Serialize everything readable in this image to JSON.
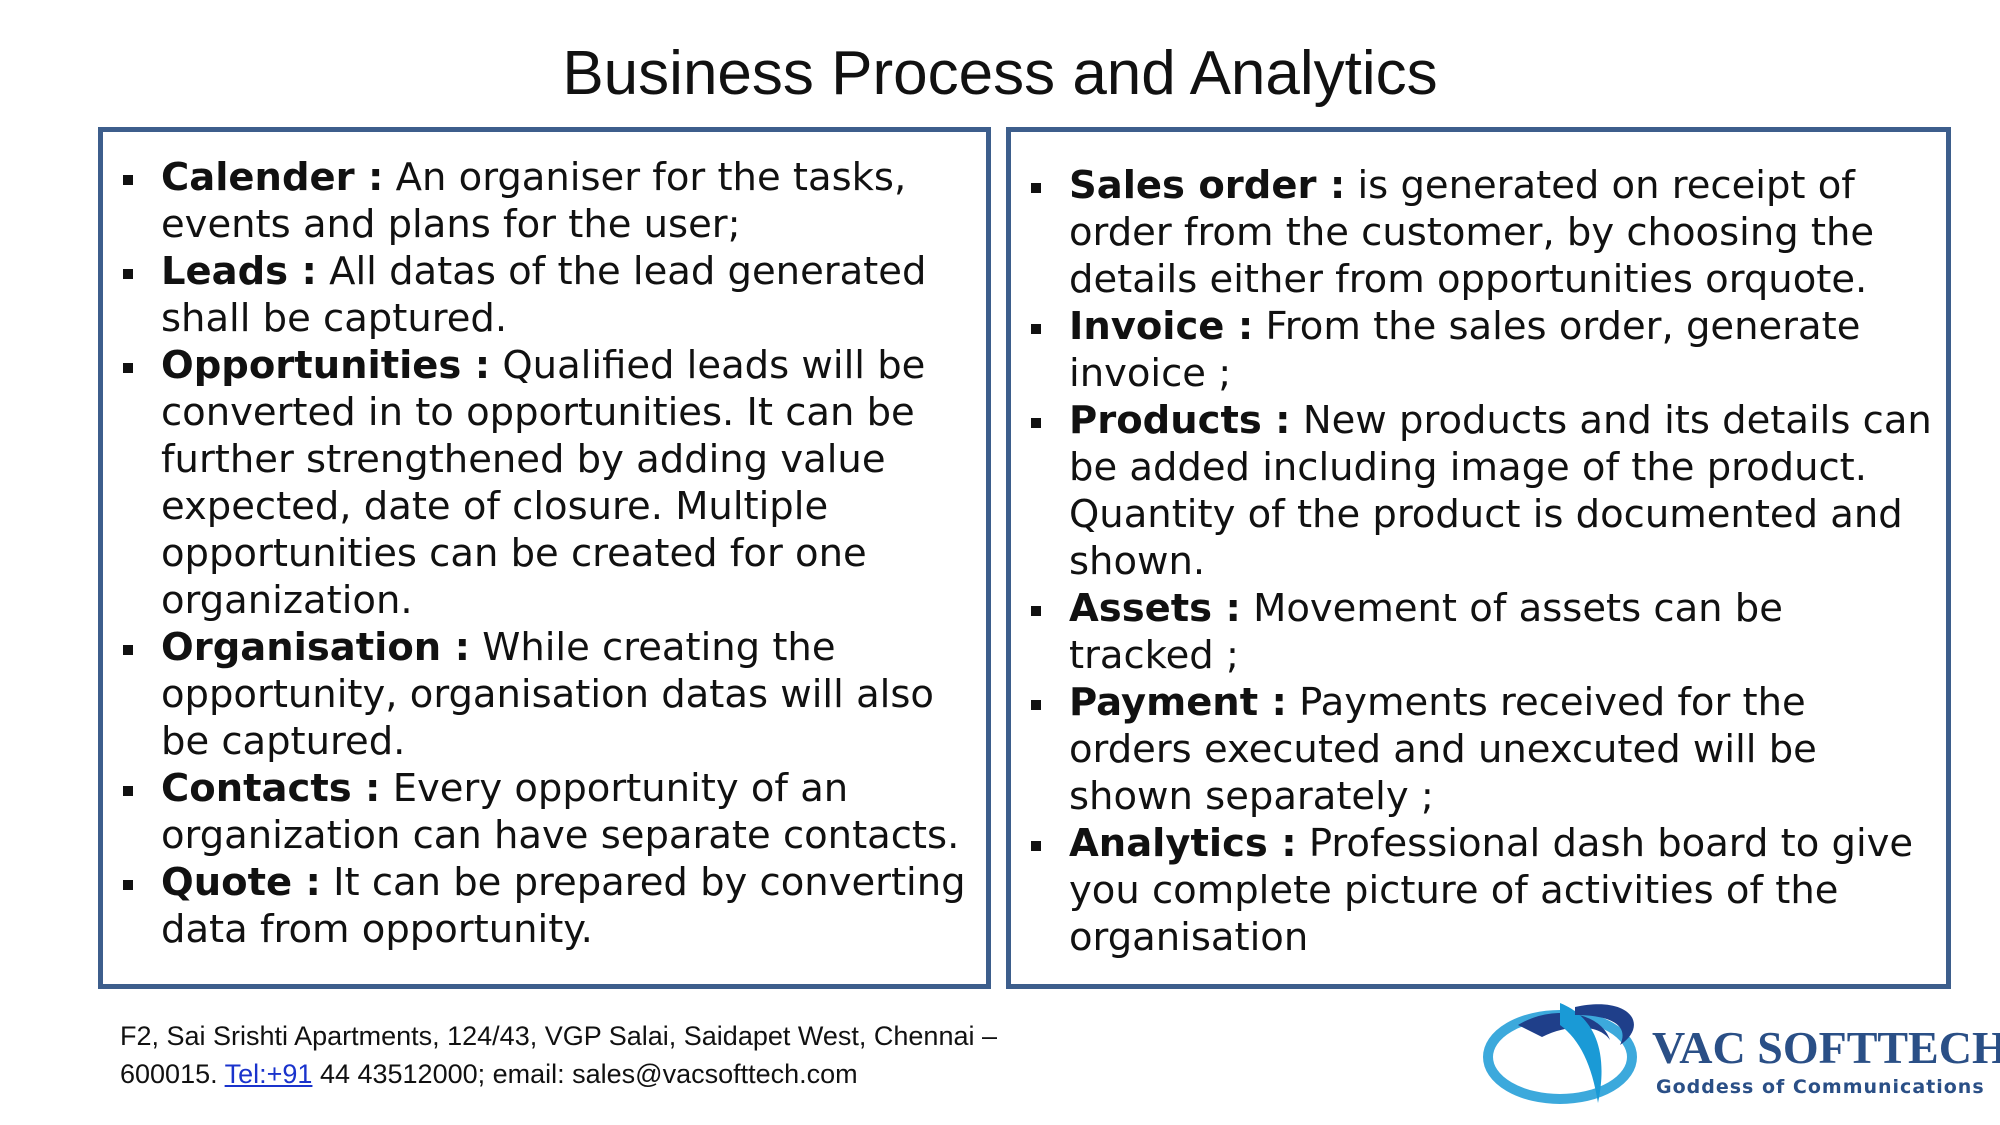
{
  "title": "Business Process and Analytics",
  "left_items": [
    {
      "term": "Calender :",
      "text": " An organiser for the tasks, events and plans for the user;"
    },
    {
      "term": "Leads :",
      "text": " All datas of the lead generated shall be captured."
    },
    {
      "term": "Opportunities :",
      "text": " Qualified leads will be converted in to opportunities. It can be further strengthened by adding value expected,  date of closure. Multiple opportunities can be created for one organization."
    },
    {
      "term": "Organisation :",
      "text": " While creating the opportunity, organisation datas will also be captured."
    },
    {
      "term": "Contacts :",
      "text": " Every opportunity of an organization can have separate contacts."
    },
    {
      "term": "Quote :",
      "text": "  It can be prepared by converting data from opportunity."
    }
  ],
  "right_items": [
    {
      "term": "Sales order :",
      "text": " is generated on receipt of order from the customer, by choosing the details either from opportunities orquote."
    },
    {
      "term": "Invoice :",
      "text": " From the sales order, generate invoice  ;"
    },
    {
      "term": "Products :",
      "text": " New products and its details can be added including image of the product.  Quantity of the product is documented and shown."
    },
    {
      "term": "Assets :",
      "text": " Movement of assets can be tracked ;"
    },
    {
      "term": "Payment :",
      "text": " Payments received for the orders executed and unexcuted will be shown separately  ;"
    },
    {
      "term": "Analytics :",
      "text": " Professional dash board to give you complete picture of activities of the organisation"
    }
  ],
  "footer": {
    "address_line1": "F2, Sai Srishti Apartments, 124/43, VGP Salai, Saidapet West, Chennai –",
    "address_line2_pre": "600015. ",
    "tel_link": "Tel:+91",
    "address_line2_post": " 44 43512000; email: sales@vacsofttech.com"
  },
  "logo": {
    "name": "VAC SOFTTECH",
    "tagline": "Goddess of Communications"
  },
  "colors": {
    "border": "#3d5e8c",
    "link": "#1a33cc",
    "logo_text": "#2a4f86",
    "logo_swoosh": "#1a9ad6",
    "logo_swoosh_dark": "#1f3f8a"
  }
}
